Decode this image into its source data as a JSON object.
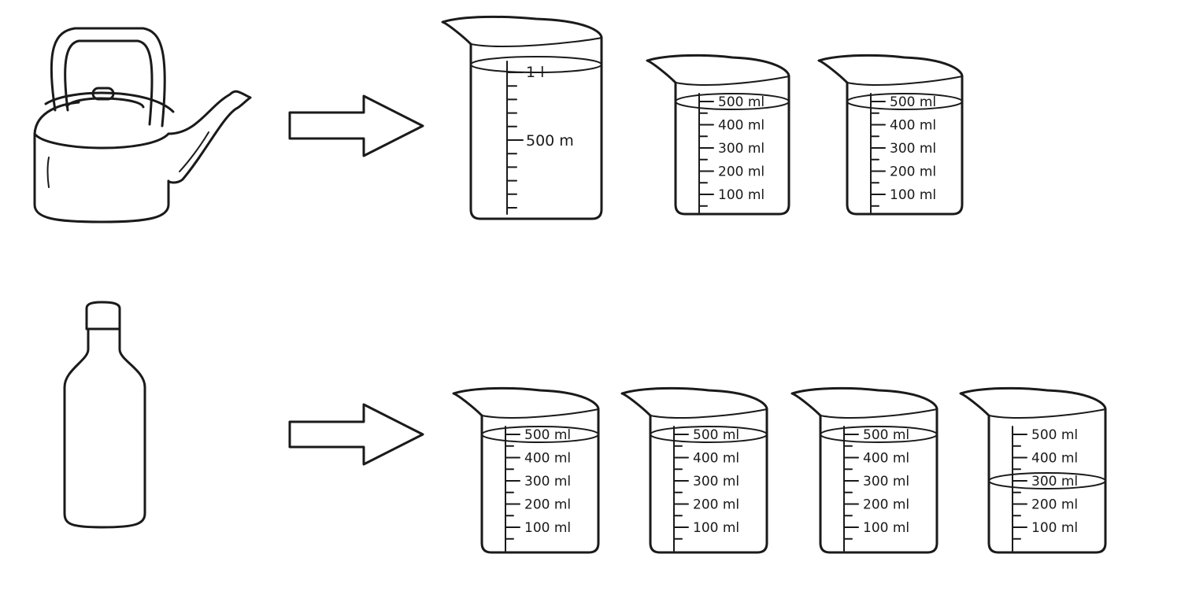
{
  "rows": [
    {
      "container": "kettle-icon",
      "cups": [
        {
          "scale": [
            "1 l",
            "500 m"
          ],
          "level": 1.0,
          "style": "large"
        },
        {
          "scale": [
            "500 ml",
            "400 ml",
            "300 ml",
            "200 ml",
            "100 ml"
          ],
          "level": 500
        },
        {
          "scale": [
            "500 ml",
            "400 ml",
            "300 ml",
            "200 ml",
            "100 ml"
          ],
          "level": 500
        }
      ]
    },
    {
      "container": "bottle-icon",
      "cups": [
        {
          "scale": [
            "500 ml",
            "400 ml",
            "300 ml",
            "200 ml",
            "100 ml"
          ],
          "level": 500
        },
        {
          "scale": [
            "500 ml",
            "400 ml",
            "300 ml",
            "200 ml",
            "100 ml"
          ],
          "level": 500
        },
        {
          "scale": [
            "500 ml",
            "400 ml",
            "300 ml",
            "200 ml",
            "100 ml"
          ],
          "level": 500
        },
        {
          "scale": [
            "500 ml",
            "400 ml",
            "300 ml",
            "200 ml",
            "100 ml"
          ],
          "level": 300
        }
      ]
    }
  ]
}
